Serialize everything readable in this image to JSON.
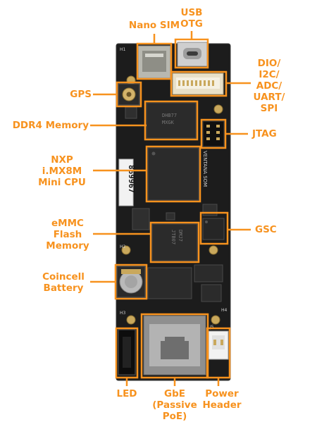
{
  "colors": {
    "accent": "#f7921e",
    "pcb": "#1c1c1c",
    "chip": "#2b2b2b"
  },
  "labels": {
    "nano_sim": "Nano SIM",
    "usb_otg": [
      "USB",
      "OTG"
    ],
    "dio": [
      "DIO/",
      "I2C/",
      "ADC/",
      "UART/",
      "SPI"
    ],
    "gps": "GPS",
    "ddr4": "DDR4 Memory",
    "jtag": "JTAG",
    "nxp": [
      "NXP",
      "i.MX8M",
      "Mini CPU"
    ],
    "gsc": "GSC",
    "emmc": [
      "eMMC",
      "Flash",
      "Memory"
    ],
    "coincell": [
      "Coincell",
      "Battery"
    ],
    "led": "LED",
    "gbe": [
      "GbE",
      "(Passive",
      "PoE)"
    ],
    "power": [
      "Power",
      "Header"
    ]
  },
  "board": {
    "sticker": "869967",
    "silk_ventana": "VENTANA SOM",
    "ddr_mark": [
      "DHB77",
      "MXGK"
    ],
    "emmc_mark": [
      "DMJ7",
      "JTB07"
    ],
    "ref_h1": "H1",
    "ref_h2": "H2",
    "ref_h3": "H3",
    "ref_h4": "H4",
    "ref_j5": "J5"
  }
}
